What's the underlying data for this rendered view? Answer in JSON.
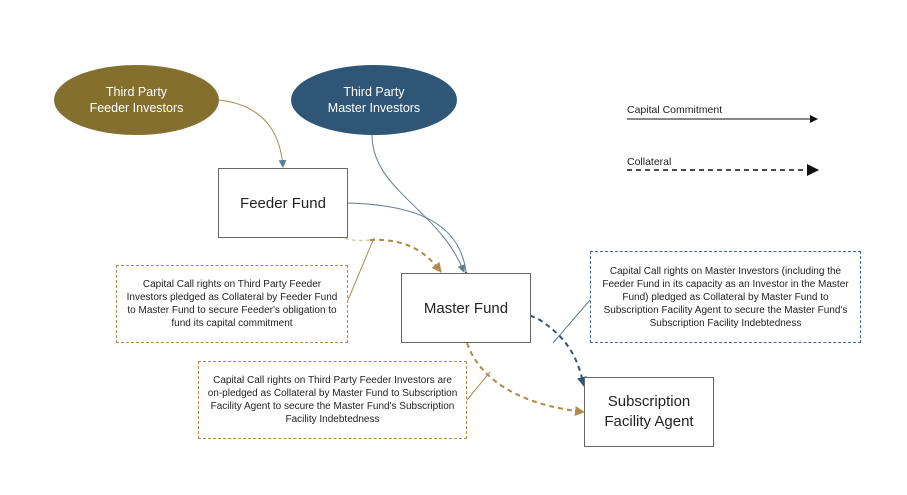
{
  "nodes": {
    "feeder_investors": "Third Party\nFeeder Investors",
    "master_investors": "Third Party\nMaster Investors",
    "feeder_fund": "Feeder Fund",
    "master_fund": "Master Fund",
    "subscription_agent": "Subscription\nFacility Agent"
  },
  "notes": {
    "feeder_pledge": "Capital Call rights on Third Party Feeder Investors pledged as Collateral by Feeder Fund to Master Fund to secure Feeder's obligation to fund its capital commitment",
    "onpledge": "Capital Call rights on Third Party Feeder Investors are on-pledged as Collateral by Master Fund to Subscription Facility Agent to secure the Master Fund's Subscription Facility Indebtedness",
    "master_pledge": "Capital Call rights on Master Investors (including the Feeder Fund in its capacity as an Investor in the Master Fund) pledged as Collateral by Master Fund to Subscription Facility Agent to secure the Master Fund's Subscription Facility Indebtedness"
  },
  "legend": {
    "capital_commitment": "Capital Commitment",
    "collateral": "Collateral"
  },
  "colors": {
    "gold": "#b08b4a",
    "feeder_ellipse": "#856f2f",
    "master_ellipse": "#2f5677",
    "blue_dashed": "#2f5677",
    "solid_link": "#5f7f8f"
  }
}
